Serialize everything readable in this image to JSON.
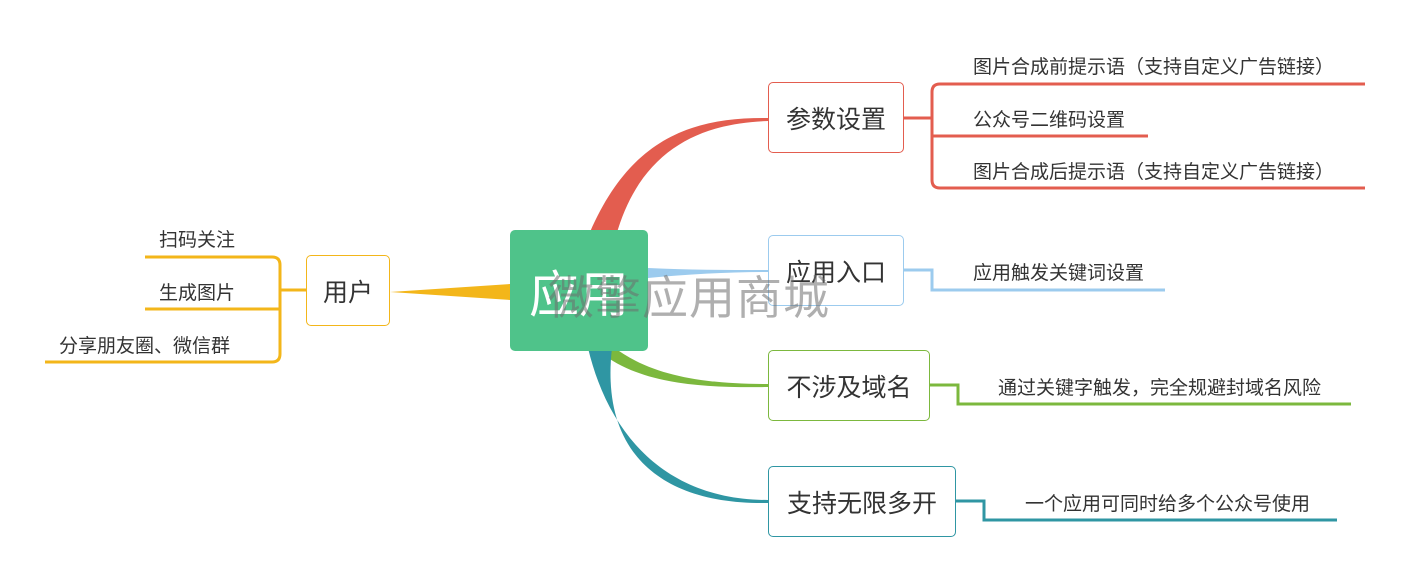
{
  "root": {
    "label": "应用"
  },
  "watermark": "微擎应用商城",
  "left_branch": {
    "label": "用户",
    "color": "#f3b61a",
    "leaves": [
      "扫码关注",
      "生成图片",
      "分享朋友圈、微信群"
    ]
  },
  "right_branches": [
    {
      "label": "参数设置",
      "color": "#e35d4f",
      "leaves": [
        "图片合成前提示语（支持自定义广告链接）",
        "公众号二维码设置",
        "图片合成后提示语（支持自定义广告链接）"
      ]
    },
    {
      "label": "应用入口",
      "color": "#9ccbee",
      "leaves": [
        "应用触发关键词设置"
      ]
    },
    {
      "label": "不涉及域名",
      "color": "#7cb83e",
      "leaves": [
        "通过关键字触发，完全规避封域名风险"
      ]
    },
    {
      "label": "支持无限多开",
      "color": "#2f96a3",
      "leaves": [
        "一个应用可同时给多个公众号使用"
      ]
    }
  ]
}
